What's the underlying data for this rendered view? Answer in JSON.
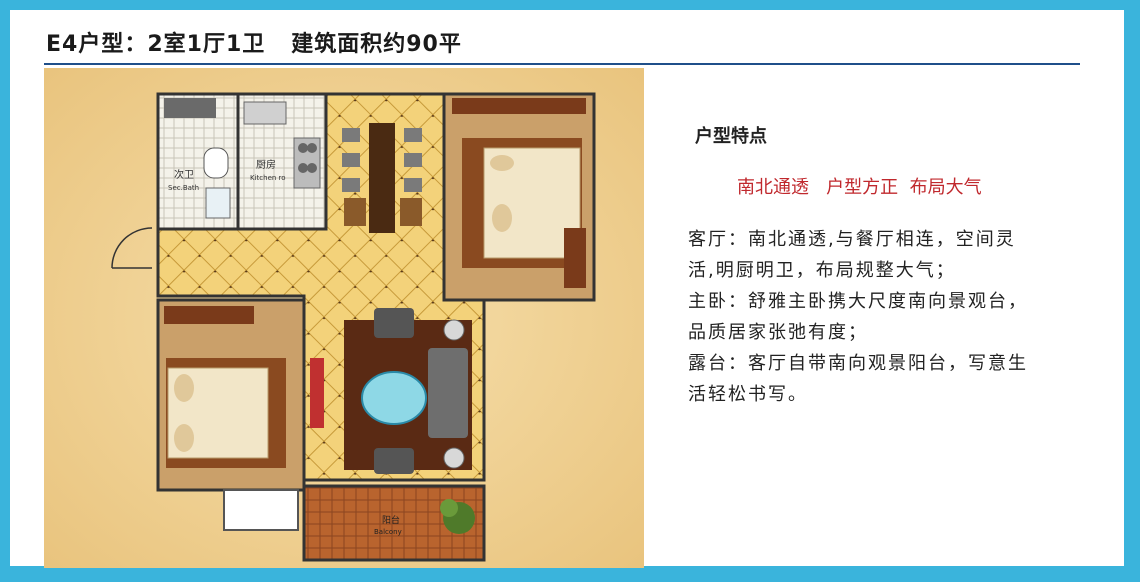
{
  "header": {
    "title": "E4户型：2室1厅1卫   建筑面积约90平"
  },
  "floorplan": {
    "labels": {
      "second_bath": "次卫",
      "second_bath_en": "Sec.Bath",
      "kitchen": "厨房",
      "kitchen_en": "Kitchen ro",
      "balcony": "阳台",
      "balcony_en": "Balcony"
    }
  },
  "features": {
    "heading": "户型特点",
    "slogan": "南北通透   户型方正  布局大气",
    "lines": [
      "客厅：南北通透,与餐厅相连，空间灵",
      "活,明厨明卫，布局规整大气；",
      "主卧：舒雅主卧携大尺度南向景观台，",
      "品质居家张弛有度；",
      "露台：客厅自带南向观景阳台，写意生",
      "活轻松书写。"
    ]
  },
  "colors": {
    "frame": "#3ab4dc",
    "rule": "#1f4f8a",
    "slogan": "#c0282d",
    "background_parchment": "#f0d49a"
  }
}
